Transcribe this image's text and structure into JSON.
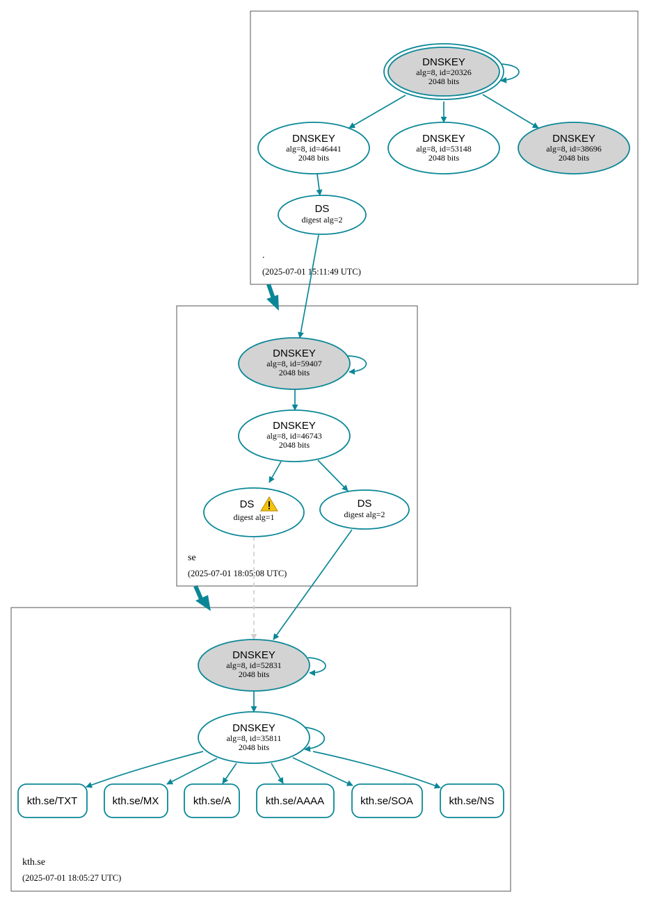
{
  "colors": {
    "edge": "#0a8797",
    "sep_fill": "#d3d3d3",
    "plain_fill": "#ffffff",
    "insecure_edge": "#cfcfcf",
    "warning": "#f1c40f"
  },
  "zones": {
    "root": {
      "name": ".",
      "time": "(2025-07-01 15:11:49 UTC)"
    },
    "se": {
      "name": "se",
      "time": "(2025-07-01 18:05:08 UTC)"
    },
    "kth": {
      "name": "kth.se",
      "time": "(2025-07-01 18:05:27 UTC)"
    }
  },
  "nodes": {
    "root_ksk": {
      "title": "DNSKEY",
      "line1": "alg=8, id=20326",
      "line2": "2048 bits"
    },
    "root_k46441": {
      "title": "DNSKEY",
      "line1": "alg=8, id=46441",
      "line2": "2048 bits"
    },
    "root_k53148": {
      "title": "DNSKEY",
      "line1": "alg=8, id=53148",
      "line2": "2048 bits"
    },
    "root_k38696": {
      "title": "DNSKEY",
      "line1": "alg=8, id=38696",
      "line2": "2048 bits"
    },
    "root_ds": {
      "title": "DS",
      "line1": "digest alg=2"
    },
    "se_k59407": {
      "title": "DNSKEY",
      "line1": "alg=8, id=59407",
      "line2": "2048 bits"
    },
    "se_k46743": {
      "title": "DNSKEY",
      "line1": "alg=8, id=46743",
      "line2": "2048 bits"
    },
    "se_ds1": {
      "title": "DS",
      "line1": "digest alg=1",
      "warning_icon": "warning-triangle-icon"
    },
    "se_ds2": {
      "title": "DS",
      "line1": "digest alg=2"
    },
    "kth_k52831": {
      "title": "DNSKEY",
      "line1": "alg=8, id=52831",
      "line2": "2048 bits"
    },
    "kth_k35811": {
      "title": "DNSKEY",
      "line1": "alg=8, id=35811",
      "line2": "2048 bits"
    }
  },
  "rrsets": [
    "kth.se/TXT",
    "kth.se/MX",
    "kth.se/A",
    "kth.se/AAAA",
    "kth.se/SOA",
    "kth.se/NS"
  ]
}
